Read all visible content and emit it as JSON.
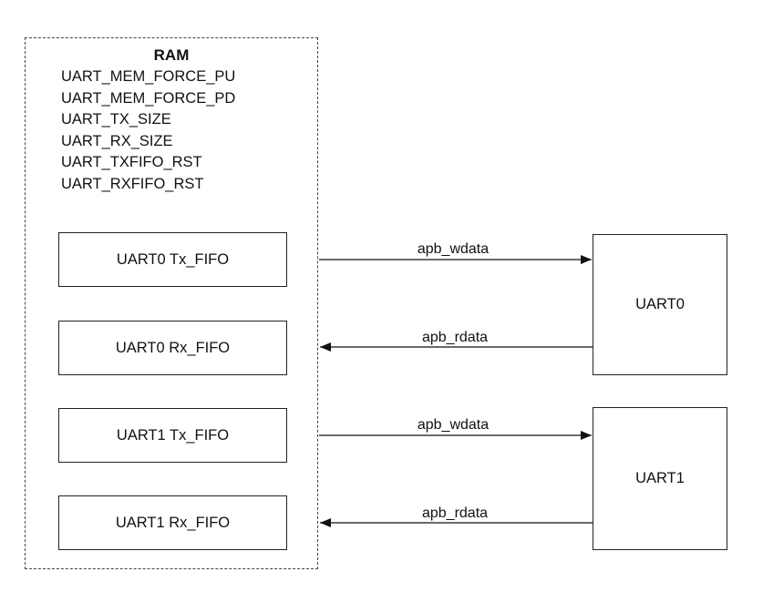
{
  "ram": {
    "title": "RAM",
    "registers": [
      "UART_MEM_FORCE_PU",
      "UART_MEM_FORCE_PD",
      "UART_TX_SIZE",
      "UART_RX_SIZE",
      "UART_TXFIFO_RST",
      "UART_RXFIFO_RST"
    ],
    "fifos": {
      "uart0_tx": "UART0 Tx_FIFO",
      "uart0_rx": "UART0 Rx_FIFO",
      "uart1_tx": "UART1 Tx_FIFO",
      "uart1_rx": "UART1 Rx_FIFO"
    }
  },
  "peripherals": {
    "uart0": "UART0",
    "uart1": "UART1"
  },
  "signals": {
    "uart0_write": "apb_wdata",
    "uart0_read": "apb_rdata",
    "uart1_write": "apb_wdata",
    "uart1_read": "apb_rdata"
  }
}
